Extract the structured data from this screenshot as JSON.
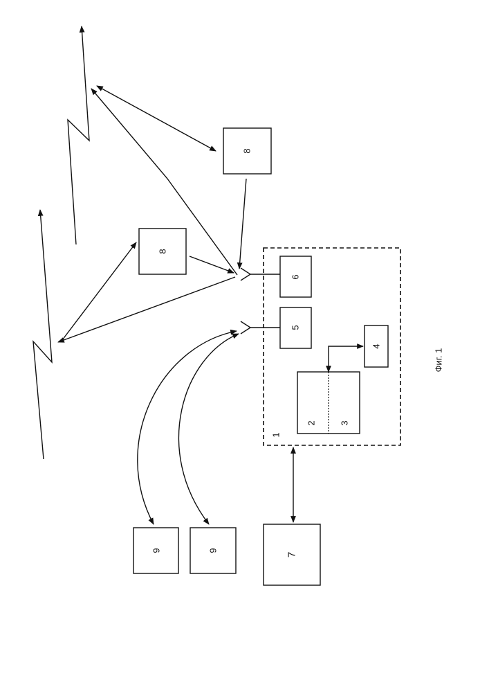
{
  "figure": {
    "caption": "Фиг. 1",
    "labels": {
      "system_unit": "1",
      "part_2": "2",
      "part_3": "3",
      "block_4": "4",
      "block_5": "5",
      "block_6": "6",
      "block_7": "7",
      "relay_a": "8",
      "relay_b": "8",
      "terminal_a": "9",
      "terminal_b": "9"
    }
  }
}
